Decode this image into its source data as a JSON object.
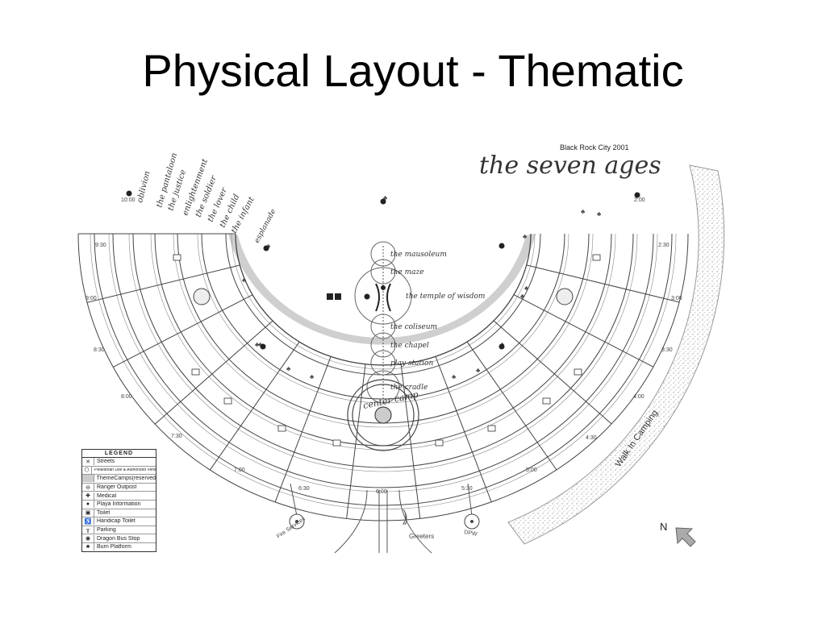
{
  "slide": {
    "title": "Physical Layout - Thematic"
  },
  "map": {
    "city": "Black Rock City 2001",
    "theme": "the seven ages",
    "streets": [
      "the infant",
      "the child",
      "the lover",
      "the soldier",
      "enlightenment",
      "the justice",
      "the pantaloon",
      "oblivion"
    ],
    "esplanade": "esplanade",
    "axis_labels": [
      "the mausoleum",
      "the maze",
      "the temple of wisdom",
      "the coliseum",
      "the chapel",
      "play station",
      "the cradle"
    ],
    "center": "center camp",
    "times": {
      "t1000": "10:00",
      "t930": "9:30",
      "t900": "9:00",
      "t830": "8:30",
      "t800": "8:00",
      "t730": "7:30",
      "t700": "7:00",
      "t630": "6:30",
      "t600": "6:00",
      "t530": "5:30",
      "t500": "5:00",
      "t430": "4:30",
      "t400": "4:00",
      "t330": "3:30",
      "t300": "3:00",
      "t230": "2:30",
      "t200": "2:00"
    },
    "walk_in": "Walk In Camping",
    "fire_services": "Fire Services",
    "dpw": "DPW",
    "greeters": "Greeters",
    "north": "N"
  },
  "legend": {
    "title": "LEGEND",
    "items": [
      {
        "icon": "streets-icon",
        "label": "Streets"
      },
      {
        "icon": "pedestrian-icon",
        "label": "Pedestrian Use & Authorized Vehicles Only"
      },
      {
        "icon": "themecamp-icon",
        "label": "ThemeCamps(reserved)"
      },
      {
        "icon": "ranger-icon",
        "label": "Ranger Outpost"
      },
      {
        "icon": "medical-icon",
        "label": "Medical"
      },
      {
        "icon": "info-icon",
        "label": "Playa Information"
      },
      {
        "icon": "toilet-icon",
        "label": "Toilet"
      },
      {
        "icon": "handicap-icon",
        "label": "Handicap Toilet"
      },
      {
        "icon": "parking-icon",
        "label": "Parking"
      },
      {
        "icon": "bus-icon",
        "label": "Dragon Bus Stop"
      },
      {
        "icon": "burn-icon",
        "label": "Burn Platform"
      }
    ]
  }
}
